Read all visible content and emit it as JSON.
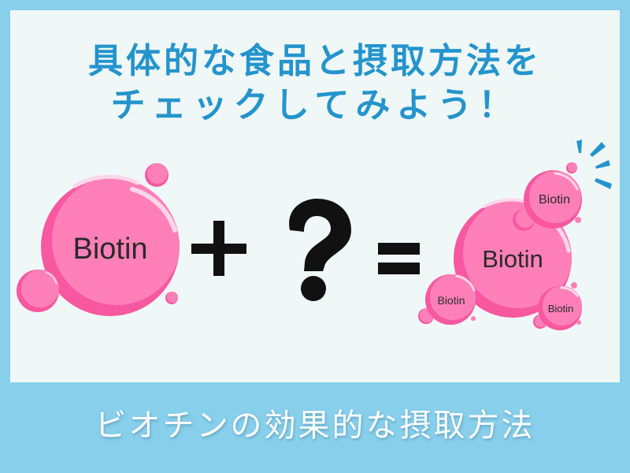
{
  "heading": {
    "line1": "具体的な食品と摂取方法を",
    "line2": "チェックしてみよう！"
  },
  "equation": {
    "left_bubble_label": "Biotin",
    "plus_symbol": "+",
    "unknown_symbol": "?",
    "equals_symbol": "=",
    "result_bubbles": {
      "main_label": "Biotin",
      "top_right_label": "Biotin",
      "bottom_left_label": "Biotin",
      "bottom_right_label": "Biotin"
    }
  },
  "footer": {
    "caption": "ビオチンの効果的な摂取方法"
  },
  "colors": {
    "frame": "#87CFEB",
    "panel": "#EFF7F7",
    "heading": "#2494CC",
    "bubble_fill": "#FF80B8",
    "bubble_shadow": "#F7589F",
    "bubble_highlight": "#FFD6E8",
    "label_text": "#2A2A2A",
    "symbol": "#111111",
    "sparkle": "#2494CC",
    "footer_text": "#FFFFFF"
  }
}
